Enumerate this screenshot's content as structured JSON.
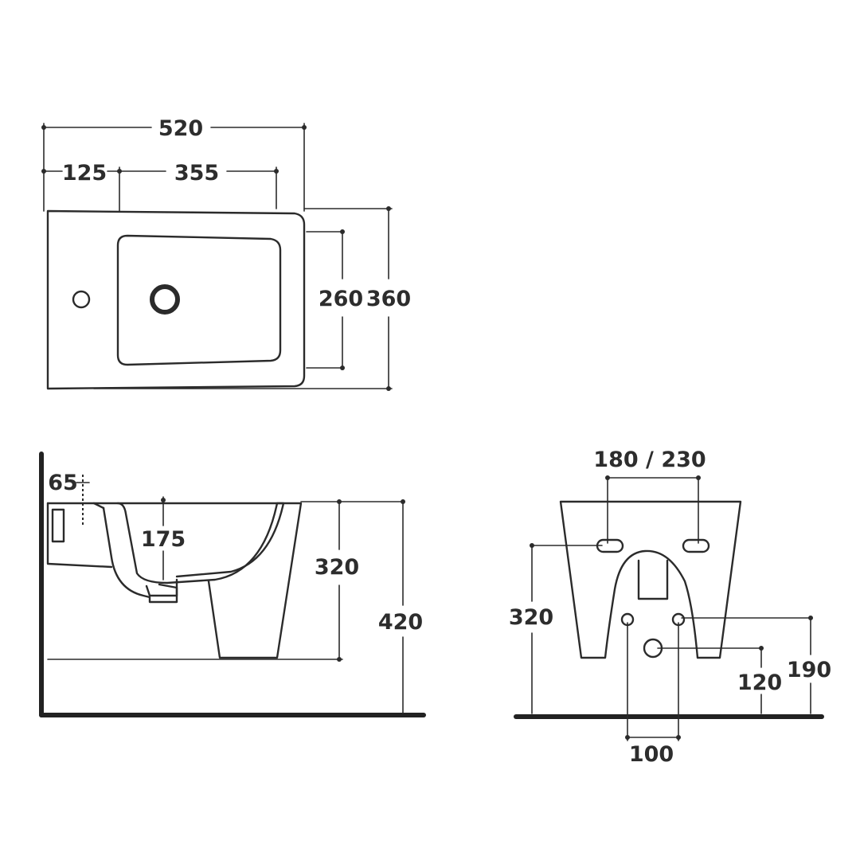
{
  "top_view": {
    "overall_length": "520",
    "tap_offset": "125",
    "bowl_length": "355",
    "bowl_width": "260",
    "overall_width": "360"
  },
  "side_view": {
    "overflow_height": "65",
    "rim_depth": "175",
    "rim_to_floor_body": "320",
    "rim_height": "420"
  },
  "rear_view": {
    "bolt_spacing": "180 / 230",
    "bolt_height": "320",
    "supply_height": "190",
    "waste_height": "120",
    "supply_spacing": "100"
  }
}
